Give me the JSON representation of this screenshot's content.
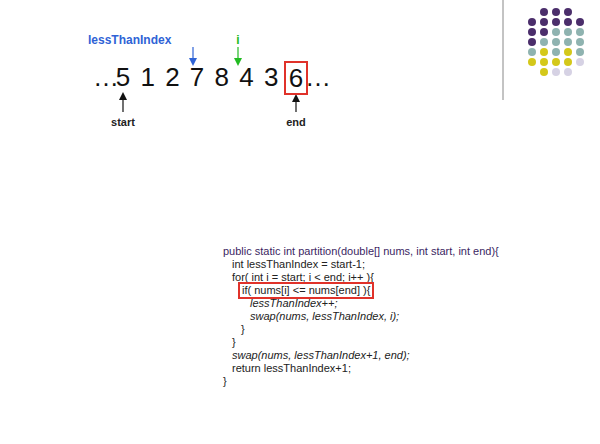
{
  "diagram": {
    "nodes": [
      {
        "text": [
          "6"
        ]
      },
      {
        "text": [
          "if( nums[i] <= nums[end] ){"
        ]
      }
    ],
    "labels": [
      "lessThanIndex",
      "i",
      "…",
      "5",
      "1",
      "2",
      "7",
      "8",
      "4",
      "3",
      "…",
      "start",
      "end",
      "public static int partition(double[] nums, int start, int end){",
      "int lessThanIndex = start-1;",
      "for( int i = start; i < end; i++ ){",
      "lessThanIndex++;",
      "swap(nums, lessThanIndex, i);",
      "}",
      "}",
      "swap(nums, lessThanIndex+1, end);",
      "return lessThanIndex+1;",
      "}"
    ]
  }
}
